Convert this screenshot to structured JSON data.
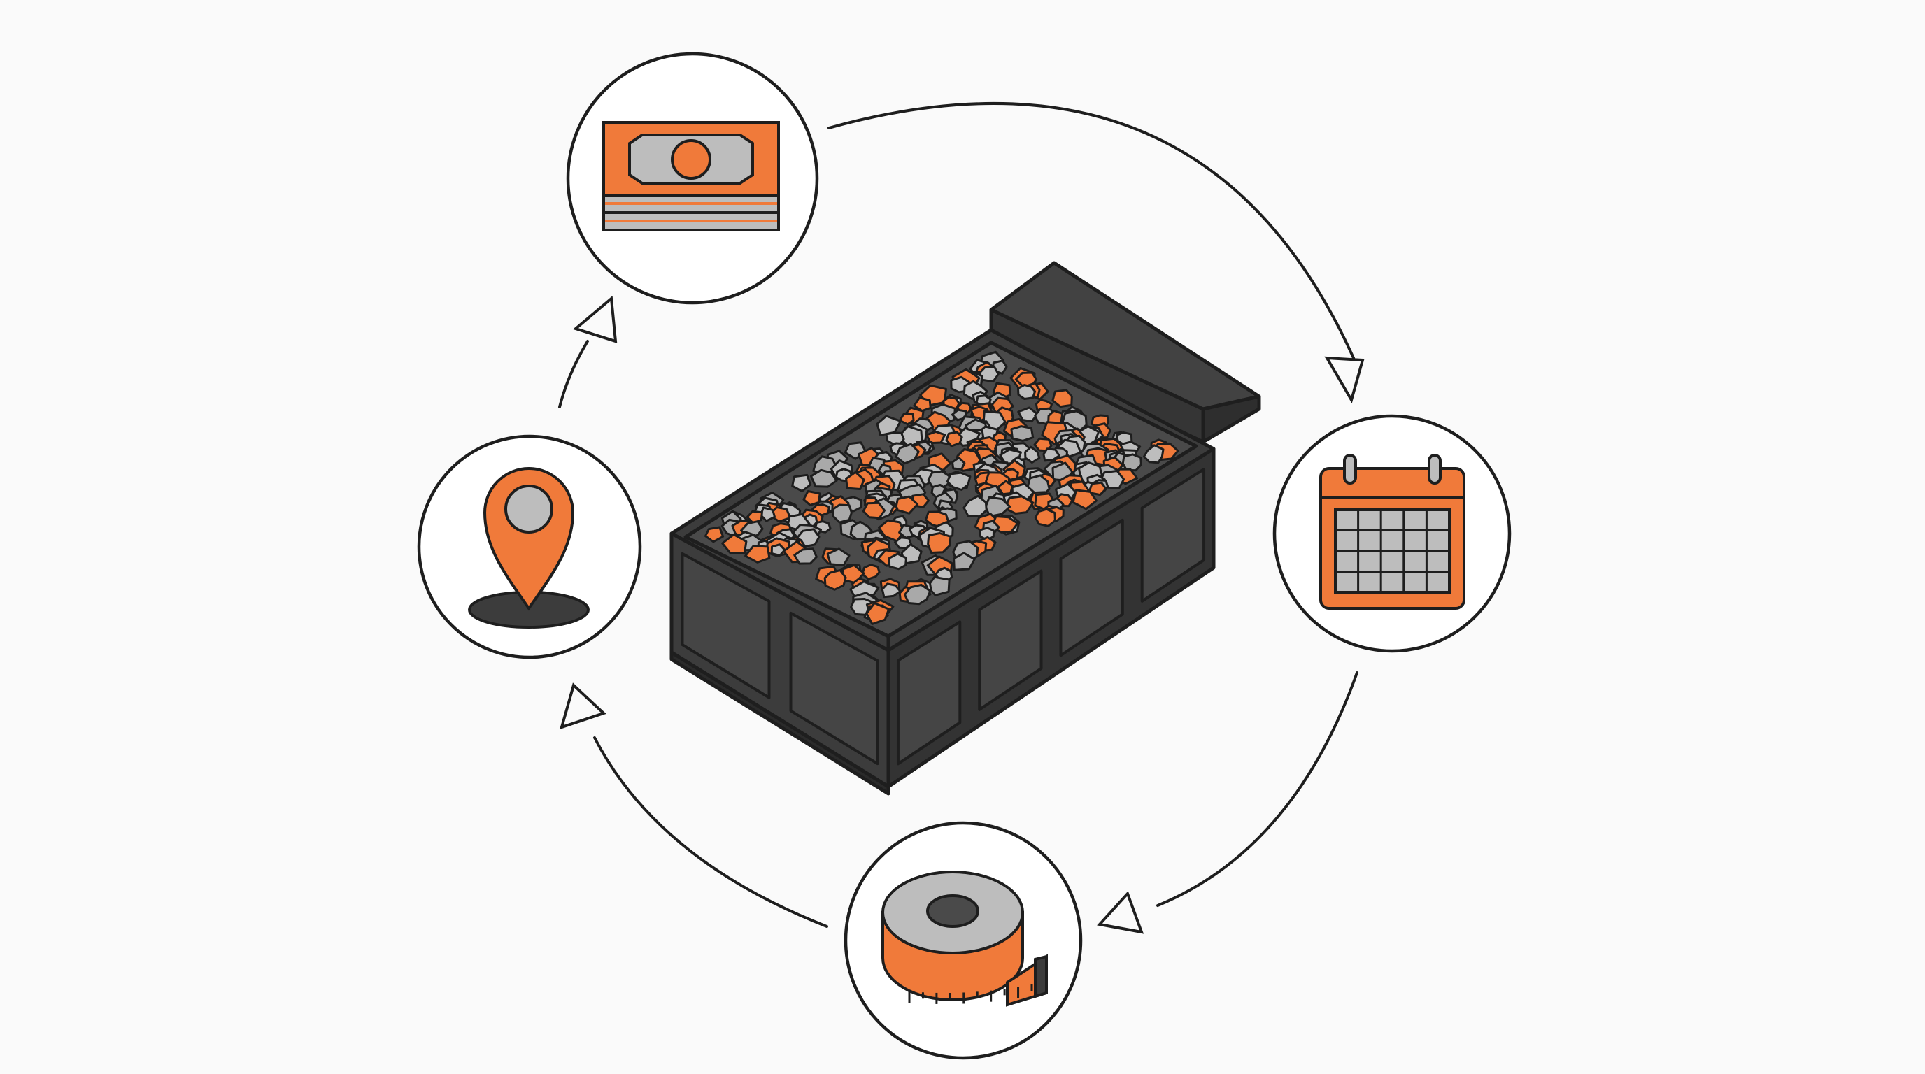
{
  "colors": {
    "background": "#fafafa",
    "outline": "#1e1e1e",
    "accent": "#f07a3a",
    "container_dark": "#3c3c3c",
    "container_panel": "#454545",
    "gray_light": "#bdbdbd",
    "gray_rock": "#a9a9a9",
    "white": "#ffffff"
  },
  "diagram": {
    "type": "cycle",
    "center": "dumpster-with-debris",
    "nodes": [
      {
        "id": "money",
        "icon": "money-icon"
      },
      {
        "id": "calendar",
        "icon": "calendar-icon"
      },
      {
        "id": "measuring-tape",
        "icon": "measuring-tape-icon"
      },
      {
        "id": "location",
        "icon": "location-pin-icon"
      }
    ],
    "edges": [
      {
        "from": "money",
        "to": "calendar",
        "direction": "clockwise"
      },
      {
        "from": "calendar",
        "to": "measuring-tape",
        "direction": "clockwise"
      },
      {
        "from": "measuring-tape",
        "to": "location",
        "direction": "clockwise"
      },
      {
        "from": "location",
        "to": "money",
        "direction": "clockwise"
      }
    ]
  }
}
